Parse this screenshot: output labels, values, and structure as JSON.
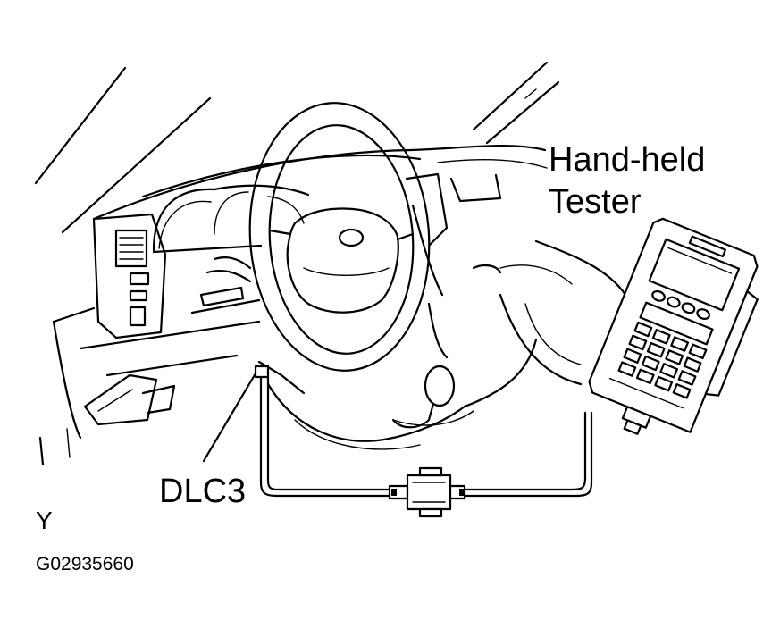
{
  "labels": {
    "tester_line1": "Hand-held",
    "tester_line2": "Tester",
    "connector": "DLC3",
    "view_code": "Y",
    "figure_id": "G02935660"
  }
}
